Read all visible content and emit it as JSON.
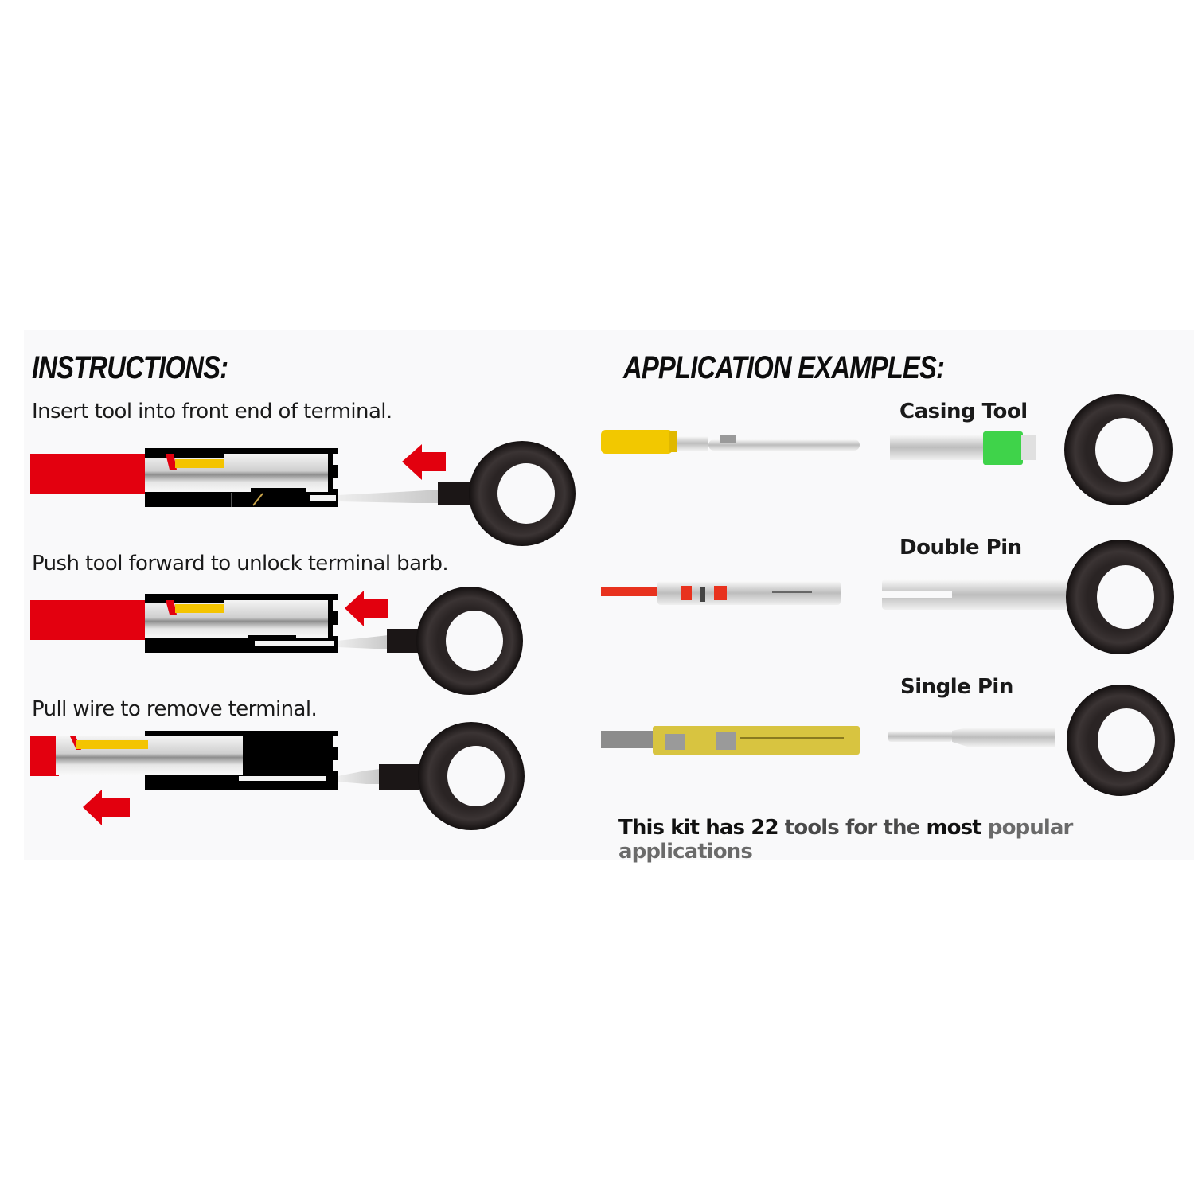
{
  "instructions": {
    "heading": "INSTRUCTIONS:",
    "steps": [
      {
        "text": "Insert tool into front end of terminal.",
        "arrow_direction": "left"
      },
      {
        "text": "Push tool forward to unlock terminal barb.",
        "arrow_direction": "left"
      },
      {
        "text": "Pull wire to remove terminal.",
        "arrow_direction": "left"
      }
    ]
  },
  "applications": {
    "heading": "APPLICATION EXAMPLES:",
    "examples": [
      {
        "label": "Casing Tool",
        "terminal_wire_color": "#f2c800",
        "tool_accent": "#3fd34a"
      },
      {
        "label": "Double Pin",
        "terminal_wire_color": "#e8321e",
        "tool_accent": "#e6e6e6"
      },
      {
        "label": "Single Pin",
        "terminal_wire_color": "#8c8c8c",
        "tool_accent": "#d0d0d0"
      }
    ],
    "footer": {
      "part1": "This kit has 22 ",
      "part2": "tools for the ",
      "part3": "most ",
      "part4": "popular applications"
    }
  },
  "colors": {
    "wire_red": "#e3000f",
    "arrow_red": "#e2000e",
    "ring_black": "#1b1616",
    "housing_black": "#000000",
    "heading_black": "#0d0d0d"
  }
}
